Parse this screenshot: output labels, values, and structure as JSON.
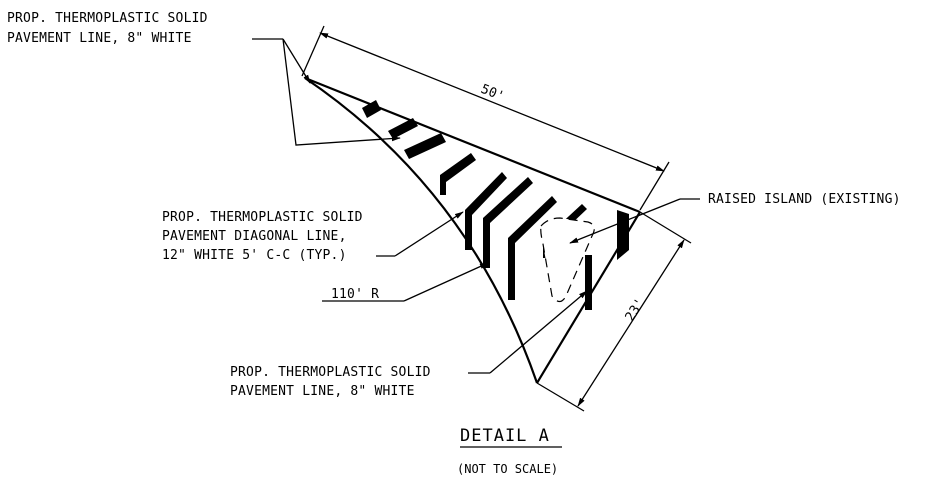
{
  "drawing": {
    "title": "DETAIL A",
    "subtitle": "(NOT TO SCALE)",
    "callouts": {
      "top_left_line1": "PROP. THERMOPLASTIC SOLID",
      "top_left_line2": "PAVEMENT LINE, 8\" WHITE",
      "diagonal_line1": "PROP. THERMOPLASTIC SOLID",
      "diagonal_line2": "PAVEMENT DIAGONAL LINE,",
      "diagonal_line3": "12\" WHITE 5' C-C (TYP.)",
      "radius": "110' R",
      "bottom_line1": "PROP. THERMOPLASTIC SOLID",
      "bottom_line2": "PAVEMENT LINE, 8\" WHITE",
      "island": "RAISED ISLAND (EXISTING)"
    },
    "dimensions": {
      "top": "50'",
      "right": "23'"
    }
  }
}
